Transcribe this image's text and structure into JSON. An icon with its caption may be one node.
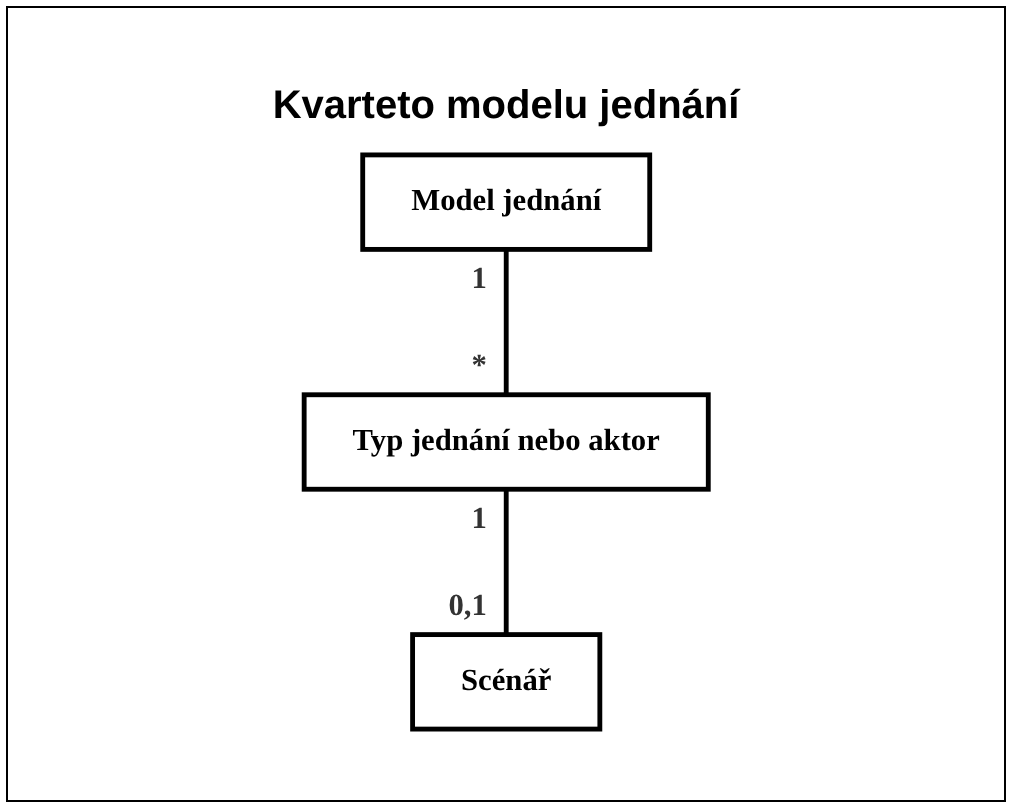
{
  "diagram": {
    "title": "Kvarteto modelu jednání",
    "nodes": [
      {
        "text": [
          "Model jednání"
        ]
      },
      {
        "text": [
          "Typ jednání nebo aktor"
        ]
      },
      {
        "text": [
          "Scénář"
        ]
      }
    ],
    "edges": [
      {
        "from": 0,
        "to": 1,
        "arrow": "none"
      },
      {
        "from": 1,
        "to": 2,
        "arrow": "none"
      }
    ],
    "labels": [
      "1",
      "*",
      "1",
      "0,1"
    ]
  }
}
